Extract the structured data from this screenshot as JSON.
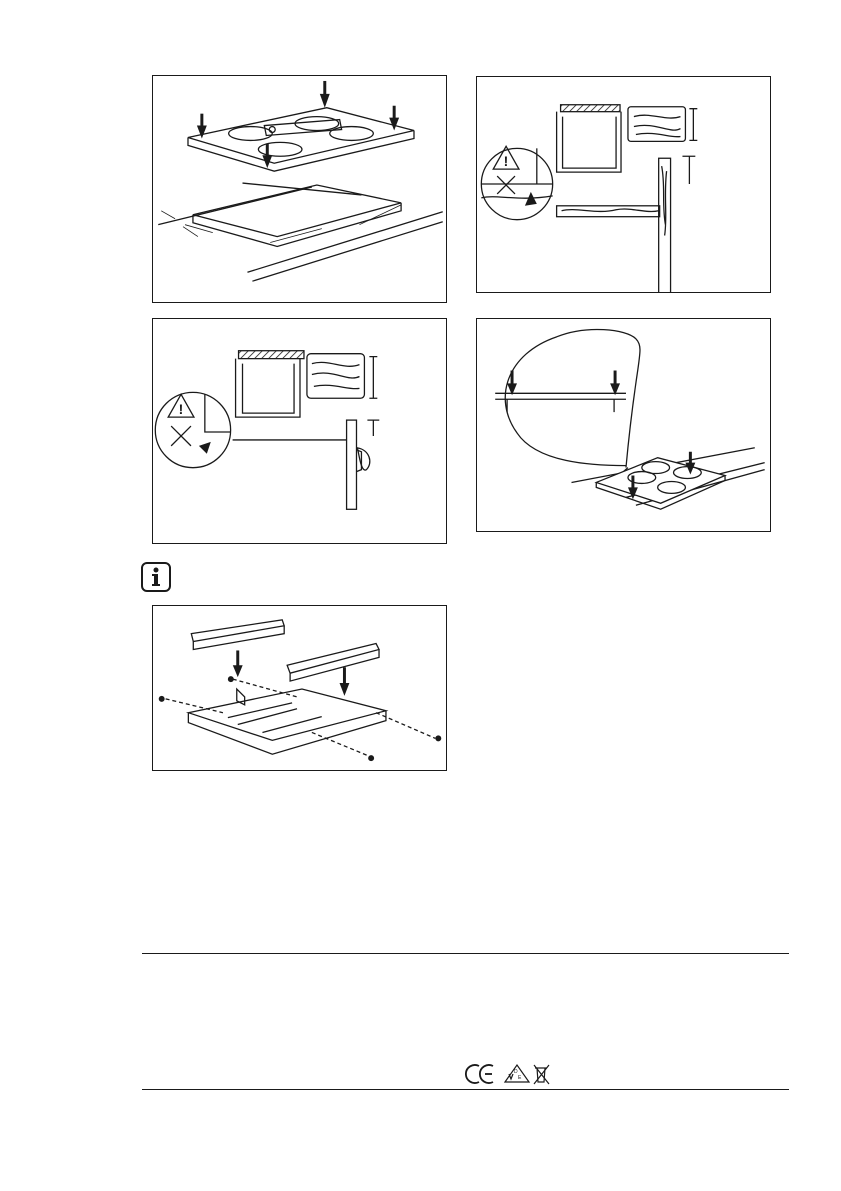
{
  "page": {
    "figures": [
      {
        "name": "hob-insertion-into-cutout"
      },
      {
        "name": "mounting-under-worktop-with-drawer"
      },
      {
        "name": "mounting-above-oven-door"
      },
      {
        "name": "press-hob-edges-seal"
      },
      {
        "name": "trim-frame-assembly"
      }
    ],
    "info_icon": "info-icon",
    "certification": {
      "marks": [
        "CE",
        "VDE",
        "WEEE"
      ],
      "ce_text": "CE",
      "vde_text": "VDE"
    }
  }
}
